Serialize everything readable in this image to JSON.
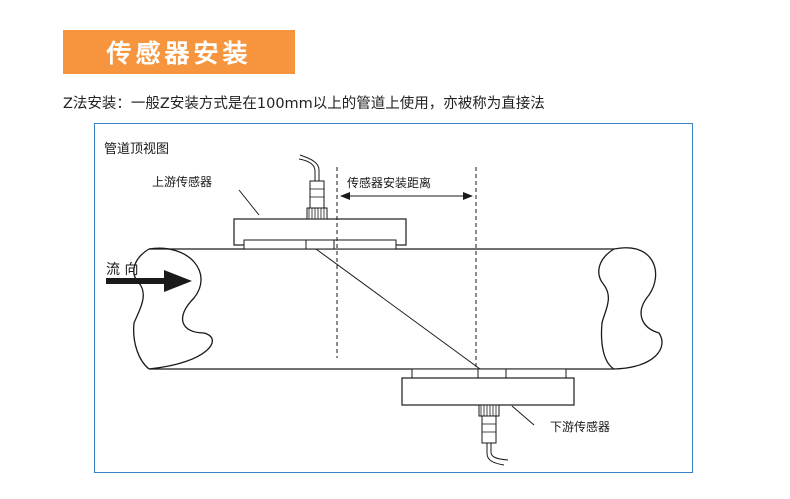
{
  "banner": {
    "title": "传感器安装"
  },
  "intro": {
    "text": "Z法安装：一般Z安装方式是在100mm以上的管道上使用，亦被称为直接法"
  },
  "diagram": {
    "title": "管道顶视图",
    "upstream_sensor": "上游传感器",
    "downstream_sensor": "下游传感器",
    "distance_label": "传感器安装距离",
    "flow_label": "流 向"
  },
  "colors": {
    "banner_bg": "#f6953e",
    "frame_border": "#3a7fc2"
  }
}
